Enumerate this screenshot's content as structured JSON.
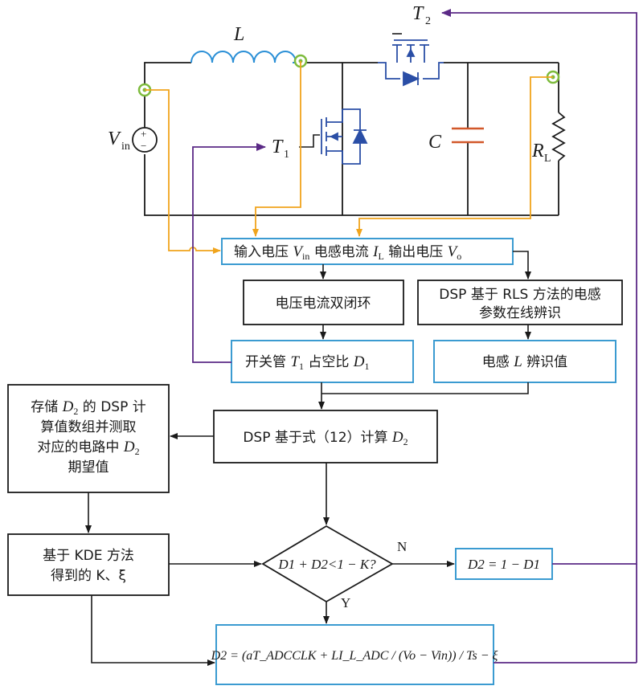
{
  "circuit": {
    "inductor": "L",
    "source": "V",
    "source_sub": "in",
    "switch1": "T",
    "switch1_sub": "1",
    "switch2": "T",
    "switch2_sub": "2",
    "capacitor": "C",
    "load": "R",
    "load_sub": "L",
    "plus": "+",
    "minus": "−"
  },
  "boxes": {
    "measure": {
      "p1": "输入电压 ",
      "v": "V",
      "vsub": "in",
      "p2": " 电感电流 ",
      "i": "I",
      "isub": "L",
      "p3": " 输出电压 ",
      "o": "V",
      "osub": "o"
    },
    "loop": "电压电流双闭环",
    "rls_line1": "DSP 基于 RLS 方法的电感",
    "rls_line2": "参数在线辨识",
    "duty": {
      "p1": "开关管 ",
      "t": "T",
      "tsub": "1",
      "p2": " 占空比 ",
      "d": "D",
      "dsub": "1"
    },
    "ident": {
      "p1": "电感 ",
      "l": "L",
      "p2": " 辨识值"
    },
    "store": {
      "l1a": "存储 ",
      "d": "D",
      "dsub": "2",
      "l1b": " 的 DSP 计",
      "l2": "算值数组并测取",
      "l3a": "对应的电路中 ",
      "l4": "期望值"
    },
    "calc": {
      "p1": "DSP 基于式（12）计算 ",
      "d": "D",
      "dsub": "2"
    },
    "kde_line1": "基于 KDE 方法",
    "kde_line2": "得到的 K、ξ",
    "decision": "D1 + D2<1 − K?",
    "yes": "Y",
    "no": "N",
    "result": "D2 = 1 − D1",
    "formula": "D2 = (aT_ADCCLK + LI_L_ADC / (Vo − Vin)) / Ts − ξ"
  },
  "colors": {
    "line": "#1a1a1a",
    "box_border_blue": "#3b9bd1",
    "signal_orange": "#f0a41c",
    "feedback_purple": "#5b2a86",
    "component_blue": "#2a4ea6",
    "inductor_blue": "#2a8fd6",
    "capacitor_red": "#d2582a",
    "node_green": "#7dbb3c"
  }
}
